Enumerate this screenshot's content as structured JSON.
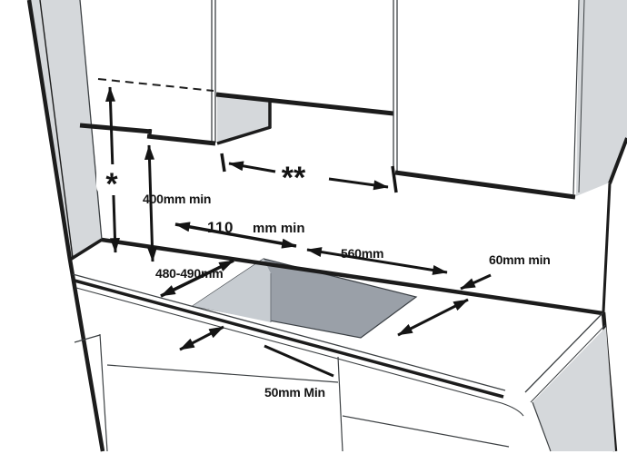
{
  "diagram": {
    "type": "installation-clearance-diagram",
    "subject": "Built-in hob / cooktop worktop cut-out and minimum clearance dimensions",
    "labels": {
      "hood_clearance_symbol": "*",
      "hood_width_symbol": "**",
      "wall_cabinet_clearance": "400mm min",
      "rear_clearance_value": "110",
      "rear_clearance_unit": "mm min",
      "cutout_width": "560mm",
      "side_clearance": "60mm min",
      "cutout_depth": "480-490mm",
      "front_clearance": "50mm Min"
    },
    "colors": {
      "line": "#1c1c1c",
      "panel_gray": "#d5d8db",
      "cutout_dark": "#9aa0a8",
      "cutout_light": "#c7ccd1",
      "background": "#ffffff"
    }
  }
}
